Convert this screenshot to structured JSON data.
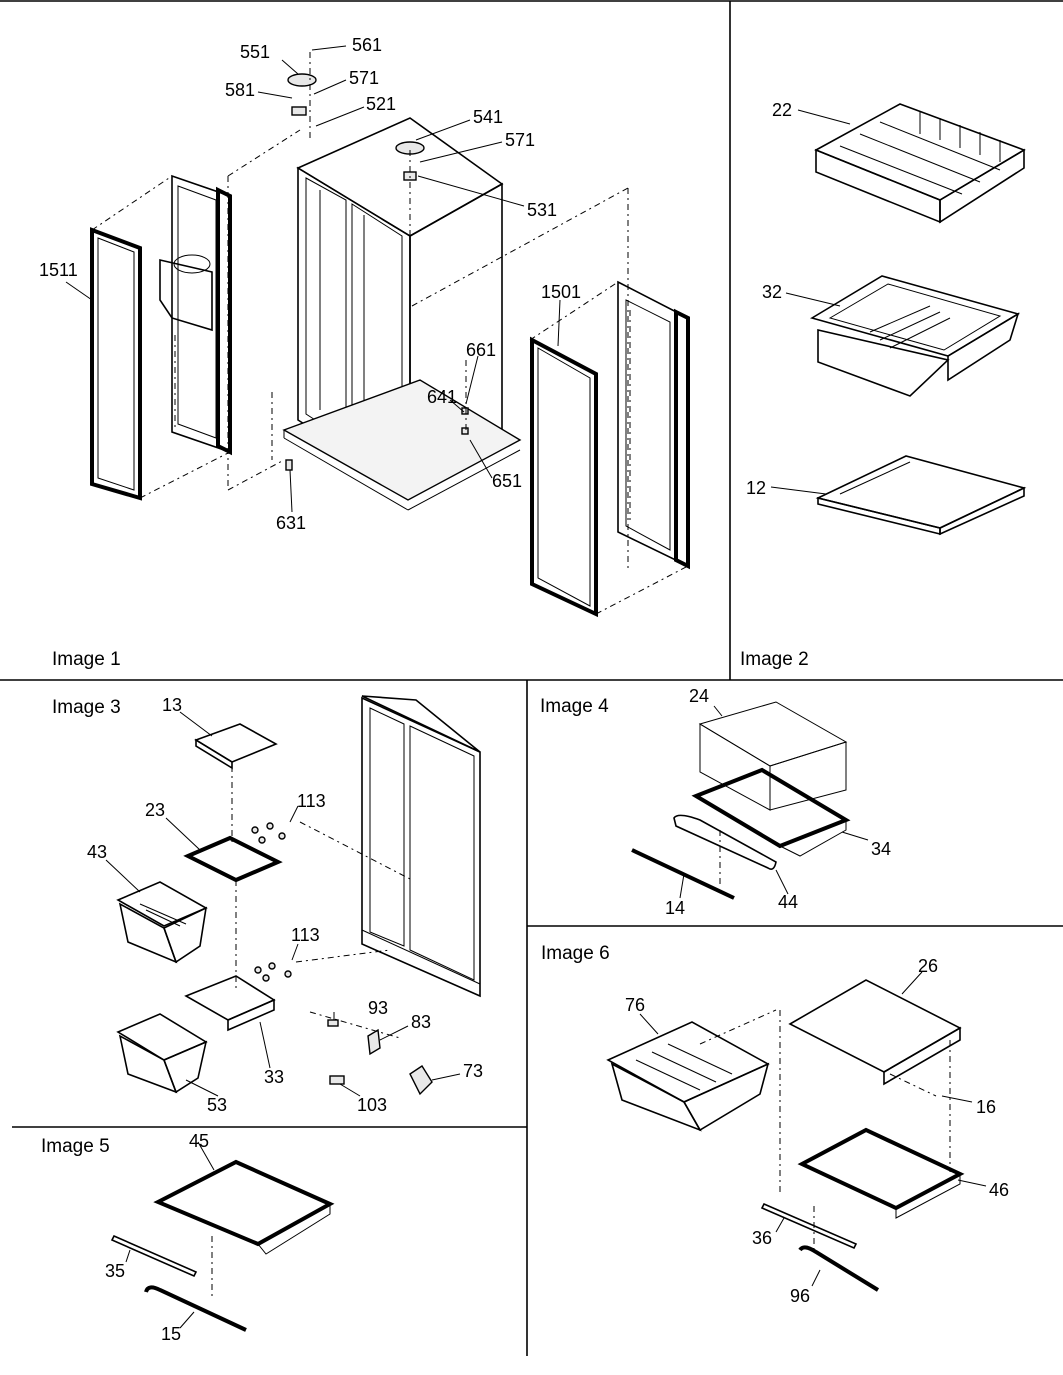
{
  "panels": [
    {
      "caption": "Image 1"
    },
    {
      "caption": "Image 2"
    },
    {
      "caption": "Image 3"
    },
    {
      "caption": "Image 4"
    },
    {
      "caption": "Image 5"
    },
    {
      "caption": "Image 6"
    }
  ],
  "callouts": {
    "p551": "551",
    "p561": "561",
    "p571a": "571",
    "p581": "581",
    "p521": "521",
    "p541": "541",
    "p571b": "571",
    "p531": "531",
    "p1511": "1511",
    "p1501": "1501",
    "p661": "661",
    "p641": "641",
    "p651": "651",
    "p631": "631",
    "p22": "22",
    "p32": "32",
    "p12": "12",
    "p13": "13",
    "p113a": "113",
    "p23": "23",
    "p43": "43",
    "p113b": "113",
    "p93": "93",
    "p83": "83",
    "p73": "73",
    "p33": "33",
    "p53": "53",
    "p103": "103",
    "p24": "24",
    "p34": "34",
    "p14": "14",
    "p44": "44",
    "p45": "45",
    "p35": "35",
    "p15": "15",
    "p76": "76",
    "p26": "26",
    "p16": "16",
    "p46": "46",
    "p36": "36",
    "p96": "96"
  }
}
